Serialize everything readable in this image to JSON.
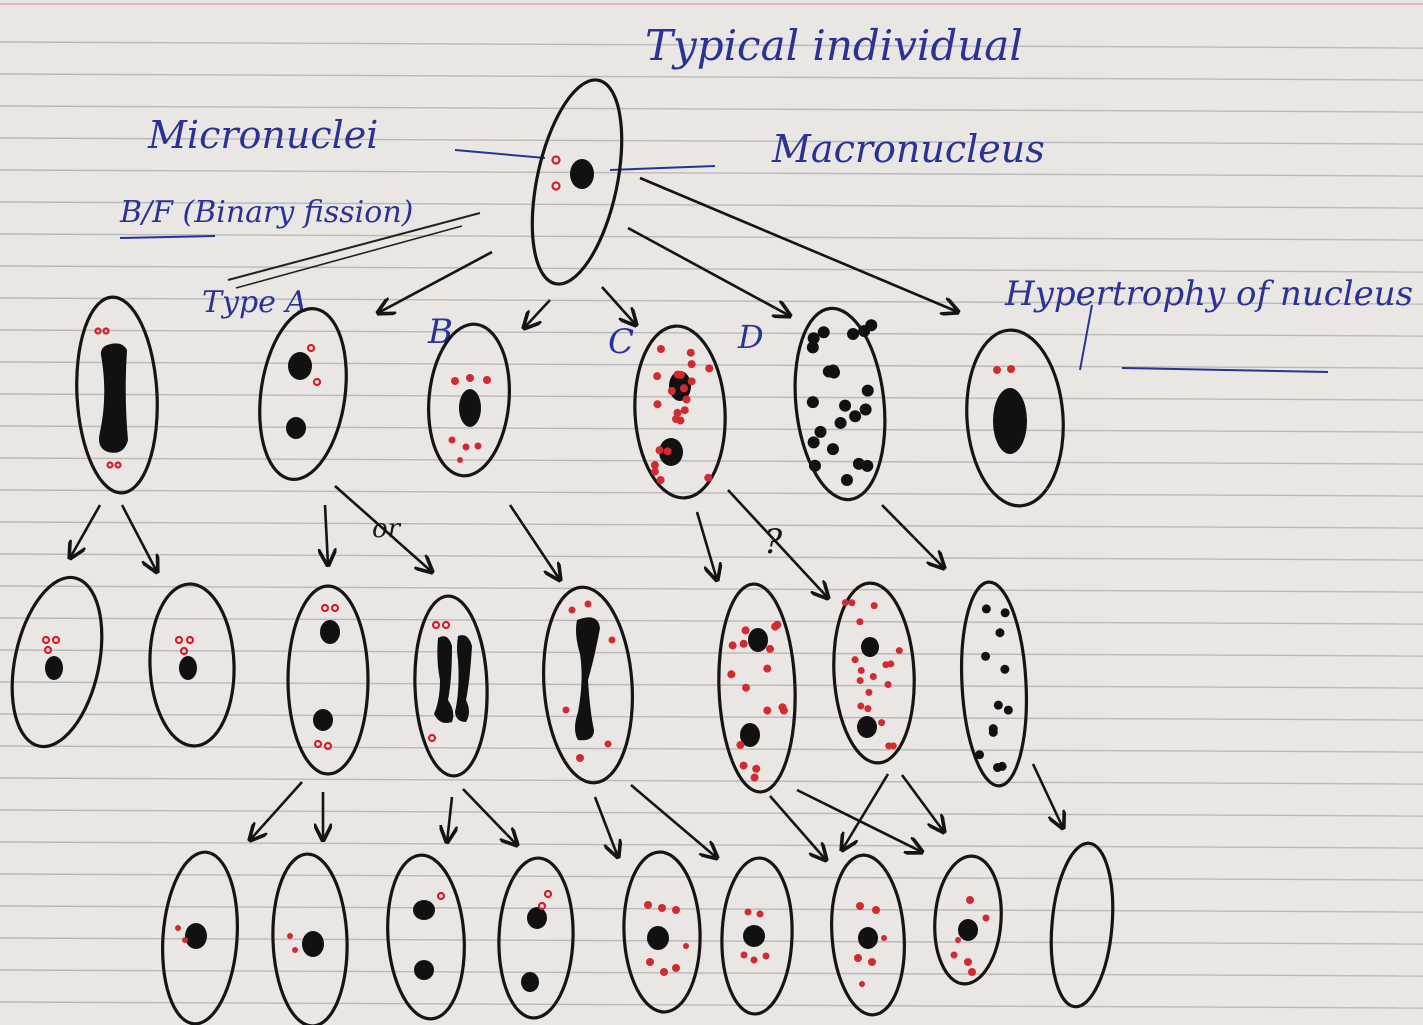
{
  "title": "Typical individual",
  "labels": {
    "micronuclei": "Micronuclei",
    "macronucleus": "Macronucleus",
    "binary_fission": "B/F (Binary fission)",
    "hypertrophy": "Hypertrophy of nucleus",
    "type_a": "Type A",
    "type_b": "B",
    "type_c": "C",
    "type_d": "D",
    "or_label": "or",
    "question_mark": "?"
  },
  "colors": {
    "paper": "#e9e6e3",
    "rule_lines": "#b9b9bd",
    "blue_ink": "#2a3296",
    "black_ink": "#141414",
    "micronucleus_red": "#d32a2f"
  }
}
